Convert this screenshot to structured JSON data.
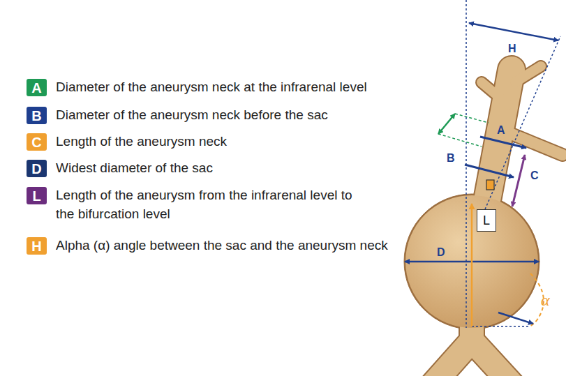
{
  "diagram": {
    "nodes": [
      {
        "text": [
          "L"
        ]
      }
    ],
    "labels": [
      "A",
      "B",
      "C",
      "D",
      "L",
      "H",
      "H",
      "A",
      "B",
      "C",
      "D",
      "α"
    ],
    "legend": [
      {
        "text": "Diameter of the aneurysm neck at the infrarenal level",
        "color": "#1e9a55"
      },
      {
        "text": "Diameter of the aneurysm neck before the sac",
        "color": "#1f3f8f"
      },
      {
        "text": "Length of the aneurysm neck",
        "color": "#f0a030"
      },
      {
        "text": "Widest diameter of the sac",
        "color": "#1b3670"
      },
      {
        "text": "Length of the aneurysm from the infrarenal level to the bifurcation level",
        "color": "#6b2d7e"
      },
      {
        "text": "Alpha (α) angle between the sac and the aneurysm neck",
        "color": "#f0a030"
      }
    ]
  }
}
